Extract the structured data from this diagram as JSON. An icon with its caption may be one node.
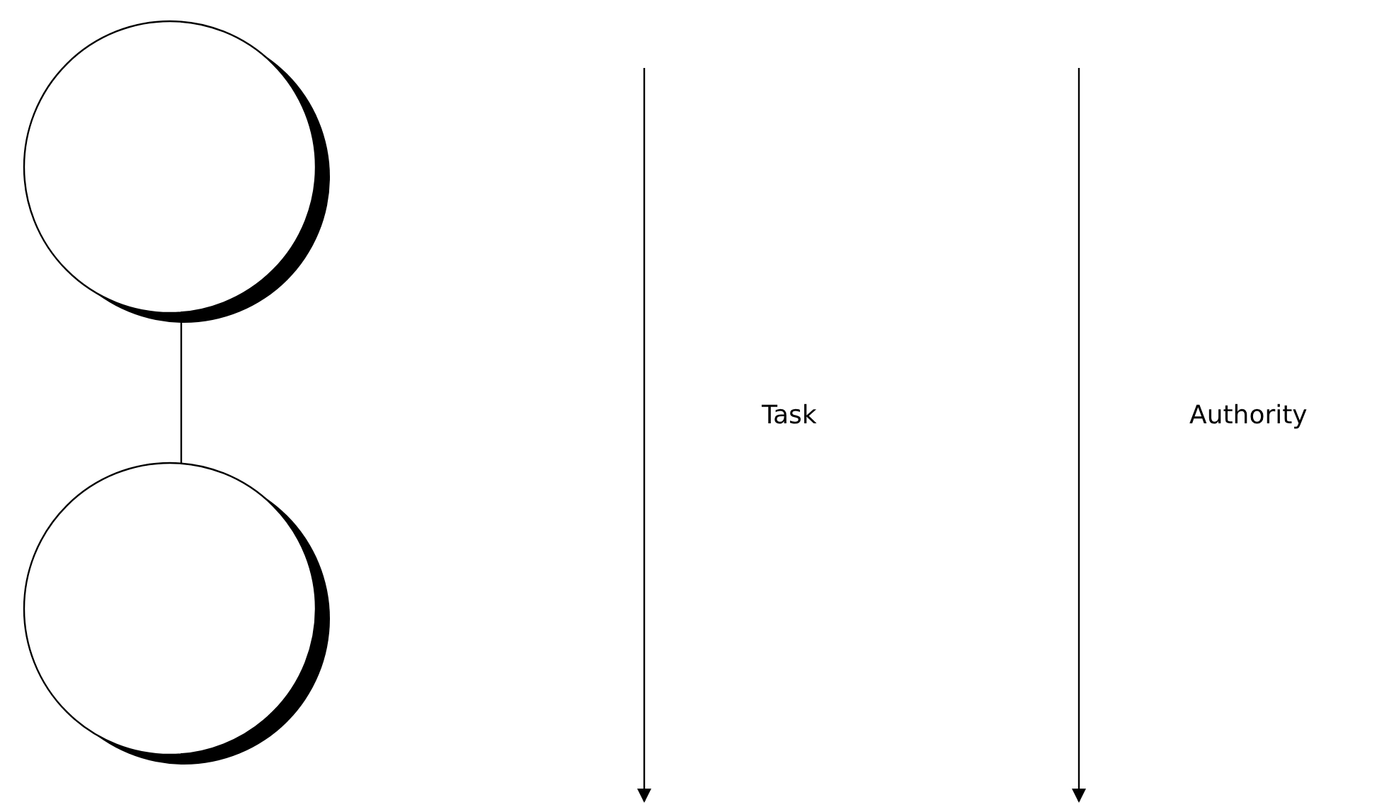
{
  "diagram": {
    "nodes": [
      {
        "text": [],
        "shape": "circle"
      },
      {
        "text": [],
        "shape": "circle"
      }
    ],
    "edges": [
      {
        "from": 0,
        "to": 1,
        "arrow": "none"
      }
    ],
    "labels": [
      "Task",
      "Authority"
    ]
  }
}
